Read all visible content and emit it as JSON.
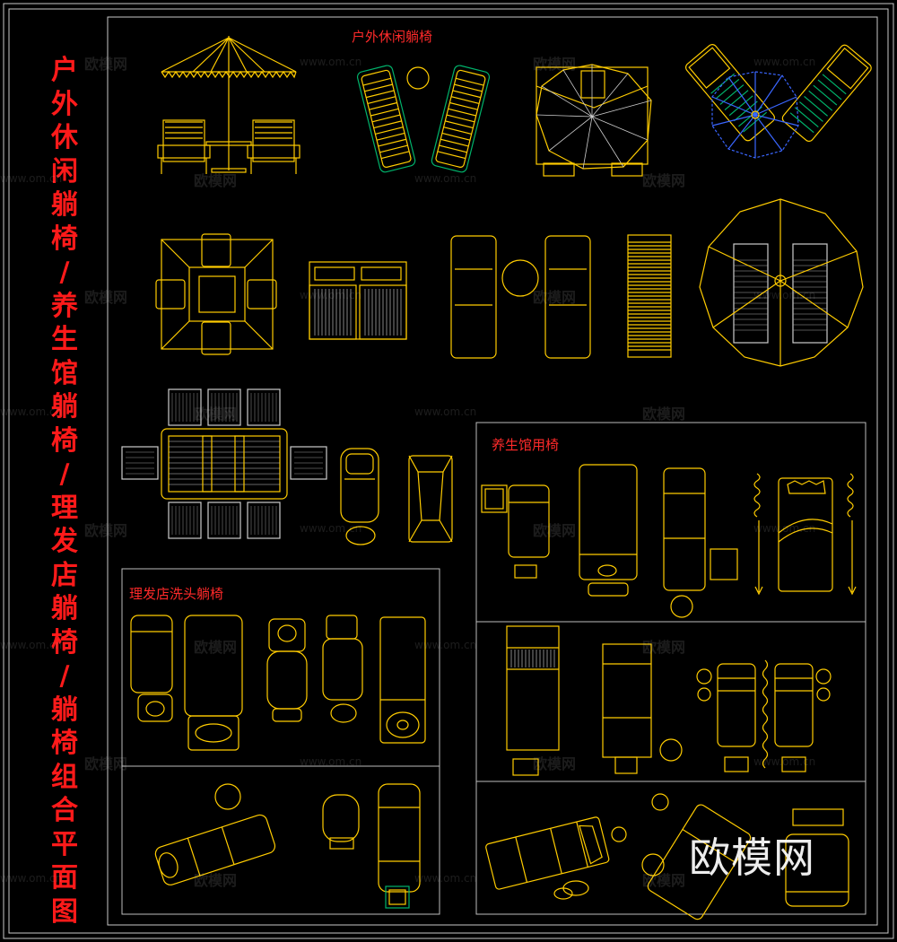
{
  "title": {
    "chars": [
      "户",
      "外",
      "休",
      "闲",
      "躺",
      "椅",
      "/",
      "养",
      "生",
      "馆",
      "躺",
      "椅",
      "/",
      "理",
      "发",
      "店",
      "躺",
      "椅",
      "/",
      "躺",
      "椅",
      "组",
      "合",
      "平",
      "面",
      "图"
    ]
  },
  "labels": {
    "outdoor": "户外休闲躺椅",
    "spa": "养生馆用椅",
    "salon": "理发店洗头躺椅"
  },
  "watermark": {
    "brand": "欧模网",
    "url": "www.om.cn"
  },
  "logo": "欧模网",
  "colors": {
    "background": "#000000",
    "lines": "#ffcc00",
    "frame": "#c8c8c8",
    "text": "#ff2222",
    "accent_green": "#00b36b",
    "accent_blue": "#3a66ff"
  }
}
